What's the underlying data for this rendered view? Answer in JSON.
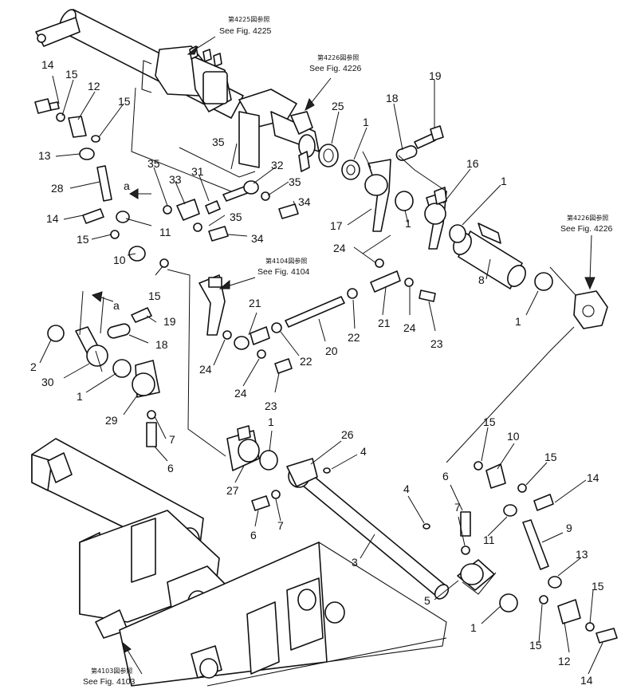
{
  "references": [
    {
      "id": "r4225",
      "jp": "第4225図参照",
      "en": "See Fig. 4225"
    },
    {
      "id": "r4226a",
      "jp": "第4226図参照",
      "en": "See Fig. 4226"
    },
    {
      "id": "r4226b",
      "jp": "第4226図参照",
      "en": "See Fig. 4226"
    },
    {
      "id": "r4104",
      "jp": "第4104図参照",
      "en": "See Fig. 4104"
    },
    {
      "id": "r4103",
      "jp": "第4103図参照",
      "en": "See Fig. 4103"
    }
  ],
  "callouts": [
    "1",
    "2",
    "3",
    "4",
    "5",
    "6",
    "7",
    "8",
    "9",
    "10",
    "11",
    "12",
    "13",
    "14",
    "15",
    "16",
    "17",
    "18",
    "19",
    "20",
    "21",
    "22",
    "23",
    "24",
    "25",
    "26",
    "27",
    "28",
    "29",
    "30",
    "31",
    "32",
    "33",
    "34",
    "35",
    "a"
  ]
}
